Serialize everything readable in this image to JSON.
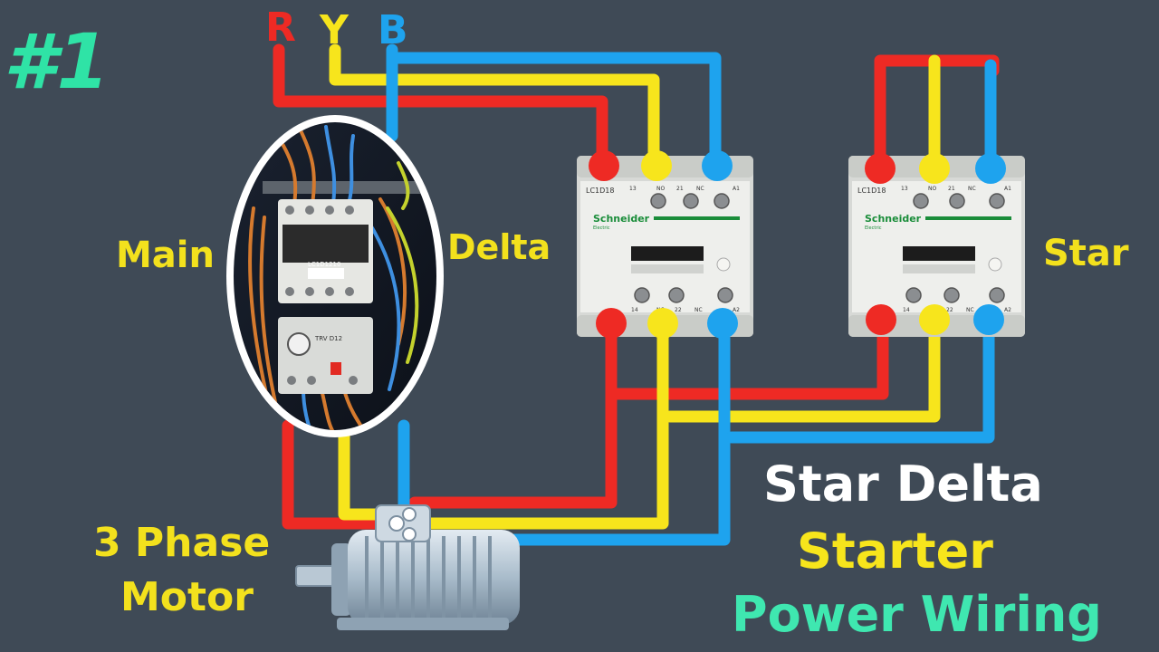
{
  "badge": "#1",
  "phases": {
    "r": "R",
    "y": "Y",
    "b": "B"
  },
  "labels": {
    "main": "Main",
    "delta": "Delta",
    "star": "Star",
    "motor_line1": "3 Phase",
    "motor_line2": "Motor"
  },
  "title": {
    "line1": "Star Delta",
    "line2": "Starter",
    "line3": "Power Wiring"
  },
  "contactor": {
    "brand": "Schneider",
    "brand_sub": "Electric",
    "model": "LC1D18",
    "top_terminals": [
      "13",
      "NO",
      "21",
      "NC",
      "A1"
    ],
    "bottom_terminals": [
      "14",
      "NO",
      "22",
      "NC",
      "A2"
    ]
  },
  "photo": {
    "contactor_model": "LC1D1210",
    "relay_model": "TRV D12"
  },
  "colors": {
    "background": "#3f4a56",
    "red": "#ee2a24",
    "yellow": "#f7e51c",
    "blue": "#1ea3ee",
    "label_yellow": "#f3e11d",
    "badge_green": "#2fe3a6",
    "title_white": "#ffffff",
    "title_yellow": "#f7e51c",
    "title_green": "#3fe7b0"
  }
}
